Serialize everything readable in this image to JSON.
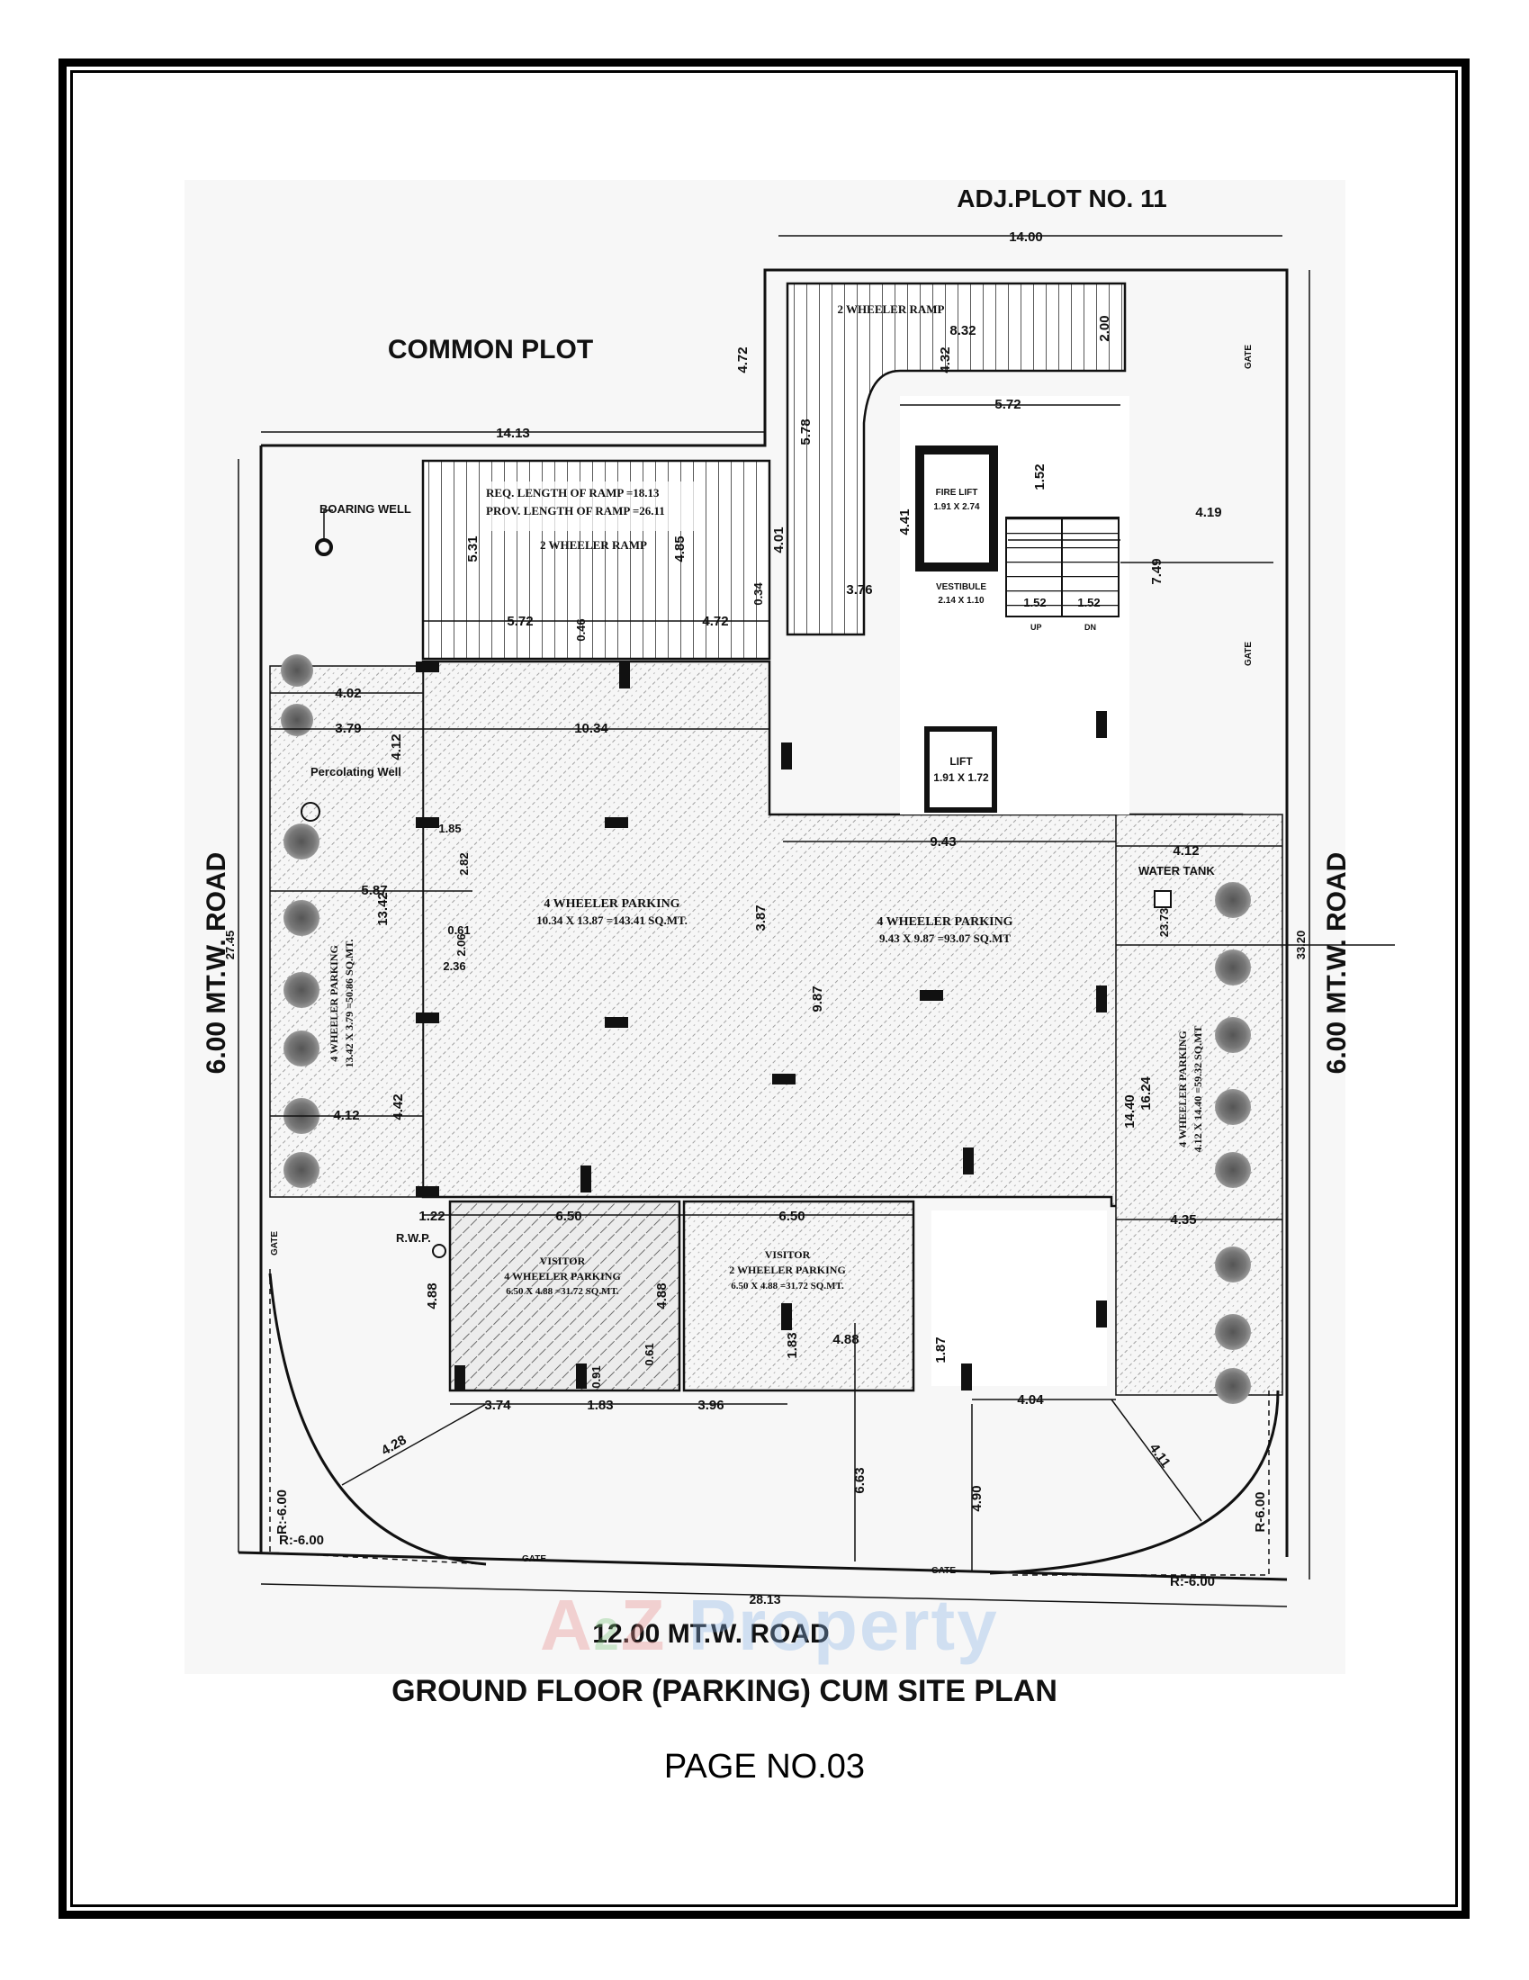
{
  "title": "GROUND FLOOR (PARKING) CUM SITE PLAN",
  "page_number": "PAGE NO.03",
  "watermark": {
    "part1": "A",
    "part2": "2",
    "part3": "Z",
    "part4": " Property",
    "colors": [
      "#e88a8a",
      "#7ac47a",
      "#e88a8a",
      "#8ab4e8"
    ]
  },
  "watermark_url": "a2zproperty.in",
  "surroundings": {
    "top": "ADJ.PLOT NO. 11",
    "top_left": "COMMON PLOT",
    "left_road": "6.00 MT.W. ROAD",
    "right_road": "6.00 MT.W. ROAD",
    "bottom_road": "12.00 MT.W. ROAD"
  },
  "ramp": {
    "label_top": "2 WHEELER RAMP",
    "label_left": "2 WHEELER RAMP",
    "req_length": "REQ. LENGTH OF RAMP =18.13",
    "prov_length": "PROV. LENGTH OF RAMP =26.11"
  },
  "features": {
    "boaring_well": "BOARING WELL",
    "percolating_well": "Percolating Well",
    "rwp": "R.W.P.",
    "water_tank": "WATER TANK",
    "fire_lift": "FIRE LIFT",
    "fire_lift_dim": "1.91 X 2.74",
    "vestibule": "VESTIBULE",
    "vestibule_dim": "2.14 X 1.10",
    "lift": "LIFT",
    "lift_dim": "1.91 X 1.72",
    "up": "UP",
    "dn": "DN",
    "gate": "GATE"
  },
  "parking_areas": [
    {
      "name": "4 WHEELER PARKING",
      "calc": "10.34 X 13.87 =143.41 SQ.MT."
    },
    {
      "name": "4 WHEELER PARKING",
      "calc": "9.43 X 9.87 =93.07 SQ.MT"
    },
    {
      "name": "4 WHEELER PARKING",
      "calc": "13.42 X 3.79 =50.86 SQ.MT."
    },
    {
      "name": "4 WHEELER PARKING",
      "calc": "4.12 X 14.40 =59.32 SQ.MT"
    },
    {
      "name1": "VISITOR",
      "name2": "4 WHEELER PARKING",
      "calc": "6.50 X 4.88 =31.72 SQ.MT."
    },
    {
      "name1": "VISITOR",
      "name2": "2 WHEELER PARKING",
      "calc": "6.50 X 4.88 =31.72 SQ.MT."
    }
  ],
  "dimensions": {
    "d14_00": "14.00",
    "d14_13": "14.13",
    "d4_72a": "4.72",
    "d5_78": "5.78",
    "d8_32": "8.32",
    "d2_00": "2.00",
    "d4_32": "4.32",
    "d5_72a": "5.72",
    "d1_52a": "1.52",
    "d4_41": "4.41",
    "d4_19": "4.19",
    "d7_49": "7.49",
    "d1_52b": "1.52",
    "d1_52c": "1.52",
    "d3_76": "3.76",
    "d4_01": "4.01",
    "d0_34": "0.34",
    "d5_31": "5.31",
    "d4_85": "4.85",
    "d5_72b": "5.72",
    "d4_72b": "4.72",
    "d0_46": "0.46",
    "d4_02": "4.02",
    "d3_79": "3.79",
    "d10_34": "10.34",
    "d4_12a": "4.12",
    "d1_85": "1.85",
    "d2_82": "2.82",
    "d5_87": "5.87",
    "d13_42": "13.42",
    "d0_61a": "0.61",
    "d2_06": "2.06",
    "d2_36": "2.36",
    "d4_12b": "4.12",
    "d4_42": "4.42",
    "d27_45": "27.45",
    "d3_87": "3.87",
    "d9_87": "9.87",
    "d9_43": "9.43",
    "d4_12c": "4.12",
    "d23_73": "23.73",
    "d33_20": "33.20",
    "d14_40": "14.40",
    "d16_24": "16.24",
    "d4_35": "4.35",
    "d1_22": "1.22",
    "d6_50a": "6.50",
    "d6_50b": "6.50",
    "d4_88a": "4.88",
    "d4_88b": "4.88",
    "d4_88c": "4.88",
    "d0_61b": "0.61",
    "d0_91": "0.91",
    "d1_83a": "1.83",
    "d1_87": "1.87",
    "d3_74": "3.74",
    "d1_83b": "1.83",
    "d3_96": "3.96",
    "d4_04": "4.04",
    "d4_28": "4.28",
    "d6_63": "6.63",
    "d4_90": "4.90",
    "d4_11": "4.11",
    "r6_00a": "R:-6.00",
    "r6_00b": "R:-6.00",
    "r6_00c": "R:-6.00",
    "r6_00d": "R-6.00",
    "d28_13": "28.13"
  },
  "colors": {
    "ink": "#111111",
    "hatch": "#9a9a9a",
    "paper": "#ffffff",
    "scan_tint": "#f3f3f3"
  }
}
